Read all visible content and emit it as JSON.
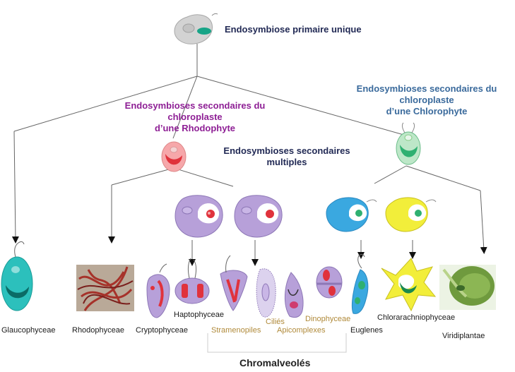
{
  "headings": {
    "primary": "Endosymbiose primaire unique",
    "rhodophyte": [
      "Endosymbioses secondaires du",
      "chloroplaste",
      "d’une Rhodophyte"
    ],
    "chlorophyte": [
      "Endosymbioses secondaires du",
      "chloroplaste",
      "d’une Chlorophyte"
    ],
    "multiple": [
      "Endosymbioses secondaires",
      "multiples"
    ]
  },
  "taxa": {
    "glaucophyceae": "Glaucophyceae",
    "rhodophyceae": "Rhodophyceae",
    "cryptophyceae": "Cryptophyceae",
    "haptophyceae": "Haptophyceae",
    "cilies": "Ciliés",
    "dinophyceae": "Dinophyceae",
    "stramenopiles": "Stramenopiles",
    "apicomplexes": "Apicomplexes",
    "euglenes": "Euglenes",
    "chlorarachniophyceae": "Chlorarachniophyceae",
    "viridiplantae": "Viridiplantae"
  },
  "group": {
    "chromalveoles": "Chromalveolés"
  },
  "colors": {
    "cell_gray": "#d3d3d3",
    "teal_plastid": "#17a487",
    "red_plastid": "#e0323c",
    "purple_cell": "#b7a0d9",
    "blue_cell": "#3aa8e0",
    "yellow_cell": "#f2ee3a",
    "green_cell": "#2fb071",
    "glauco_cell": "#2cc0bc"
  }
}
